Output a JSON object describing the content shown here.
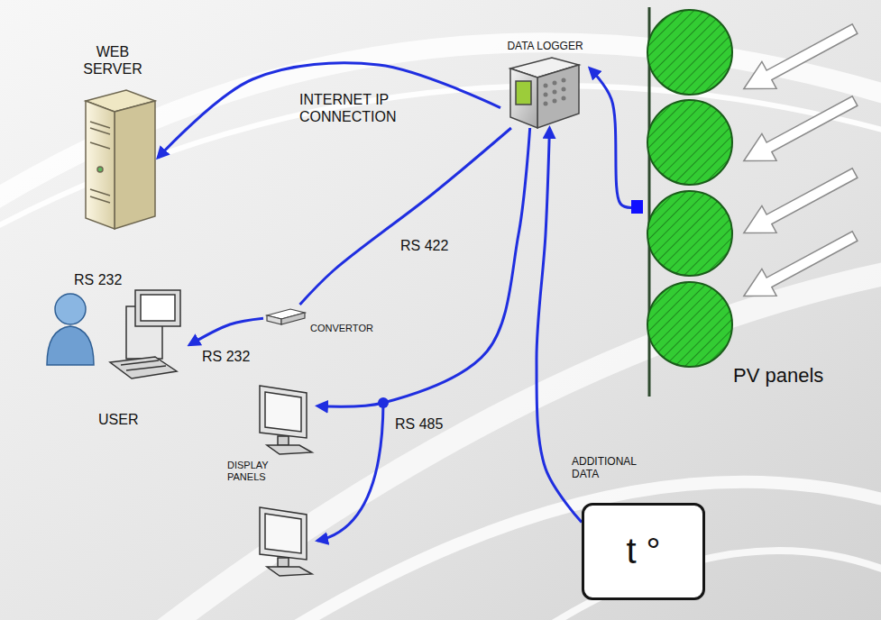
{
  "diagram": {
    "nodes": [
      {
        "text": [
          "DATA LOGGER"
        ]
      },
      {
        "text": [
          "WEB SERVER"
        ]
      },
      {
        "text": [
          "CONVERTOR"
        ]
      },
      {
        "text": [
          "USER"
        ]
      },
      {
        "text": [
          "DISPLAY PANELS"
        ]
      },
      {
        "text": [
          "t °"
        ]
      },
      {
        "text": [
          "PV panels"
        ]
      }
    ],
    "edges": [
      {
        "from": 0,
        "to": 1,
        "label": "INTERNET IP CONNECTION",
        "arrow": "to"
      },
      {
        "from": 0,
        "to": 2,
        "label": "RS 422",
        "arrow": "none"
      },
      {
        "from": 2,
        "to": 3,
        "label": "RS 232",
        "arrow": "to"
      },
      {
        "from": 0,
        "to": 4,
        "label": "RS 485",
        "arrow": "to"
      },
      {
        "from": 5,
        "to": 0,
        "label": "ADDITIONAL DATA",
        "arrow": "to"
      },
      {
        "from": 6,
        "to": 0,
        "arrow": "to"
      }
    ],
    "labels": [
      "RS 232"
    ]
  }
}
